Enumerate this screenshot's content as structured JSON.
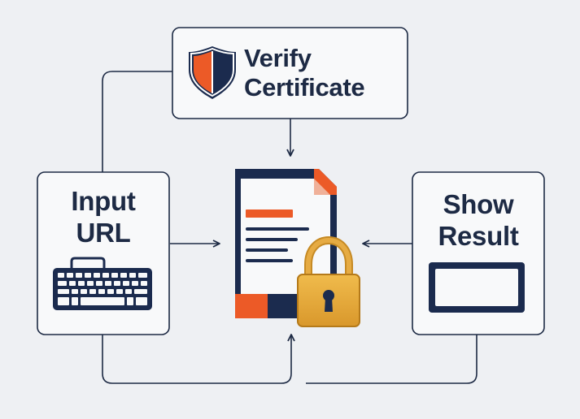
{
  "verify": {
    "line1": "Verify",
    "line2": "Certificate",
    "icon": "shield-icon"
  },
  "input": {
    "line1": "Input",
    "line2": "URL",
    "icon": "keyboard-icon"
  },
  "show": {
    "line1": "Show",
    "line2": "Result",
    "icon": "monitor-icon"
  },
  "center": {
    "icons": [
      "document-icon",
      "padlock-icon"
    ]
  },
  "colors": {
    "background": "#eef0f3",
    "box_border": "#1d2a44",
    "navy": "#1b2b4e",
    "accent_orange": "#ec5a27",
    "lock_gold": "#e5a93a",
    "lock_gold_dark": "#b57a1a"
  }
}
